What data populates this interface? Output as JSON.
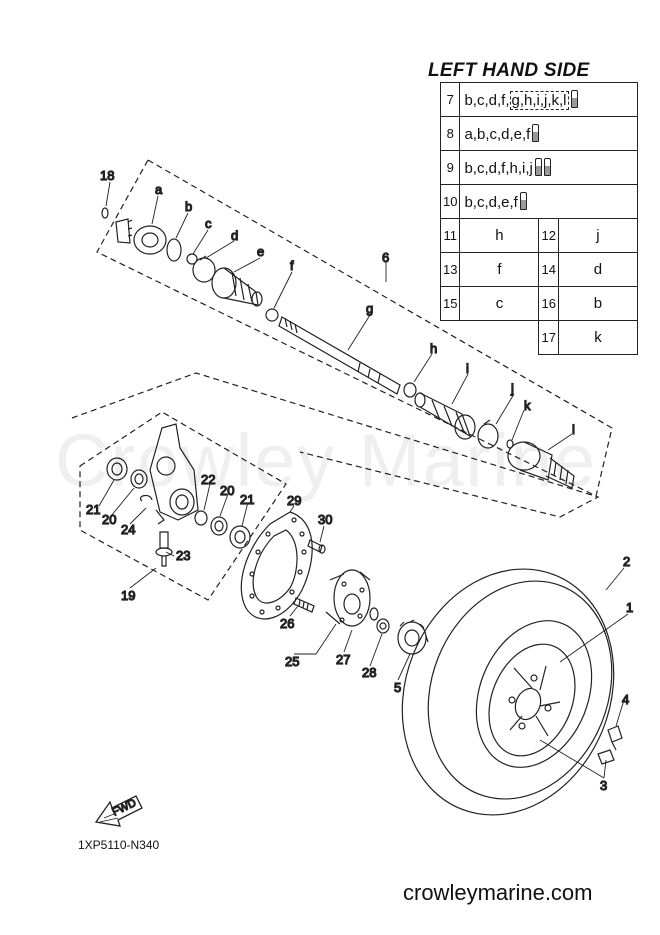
{
  "header": {
    "title": "LEFT HAND SIDE"
  },
  "legend_rows": [
    {
      "num": "7",
      "codes": "b,c,d,f,",
      "boxed": "g,h,i,j,k,l",
      "vials": 1
    },
    {
      "num": "8",
      "codes": "a,b,c,d,e,f",
      "vials": 1
    },
    {
      "num": "9",
      "codes": "b,c,d,f,h,i,j",
      "vials": 2
    },
    {
      "num": "10",
      "codes": "b,c,d,e,f",
      "vials": 1
    }
  ],
  "legend_pairs": [
    {
      "left_num": "11",
      "left_val": "h",
      "right_num": "12",
      "right_val": "j"
    },
    {
      "left_num": "13",
      "left_val": "f",
      "right_num": "14",
      "right_val": "d"
    },
    {
      "left_num": "15",
      "left_val": "c",
      "right_num": "16",
      "right_val": "b"
    },
    {
      "right_num": "17",
      "right_val": "k"
    }
  ],
  "callouts": {
    "c18": "18",
    "ca": "a",
    "cb": "b",
    "cc": "c",
    "cd": "d",
    "ce": "e",
    "cf": "f",
    "c6": "6",
    "cg": "g",
    "ch": "h",
    "ci": "i",
    "cj": "j",
    "ck": "k",
    "cl": "l",
    "c21a": "21",
    "c20a": "20",
    "c24": "24",
    "c22": "22",
    "c20b": "20",
    "c21b": "21",
    "c23": "23",
    "c19": "19",
    "c29": "29",
    "c30": "30",
    "c26": "26",
    "c25": "25",
    "c27": "27",
    "c28": "28",
    "c5": "5",
    "c2": "2",
    "c1": "1",
    "c4": "4",
    "c3": "3",
    "fwd": "FWD"
  },
  "watermark": "Crowley Marine",
  "diagram_code": "1XP5110-N340",
  "site": "crowleymarine.com"
}
